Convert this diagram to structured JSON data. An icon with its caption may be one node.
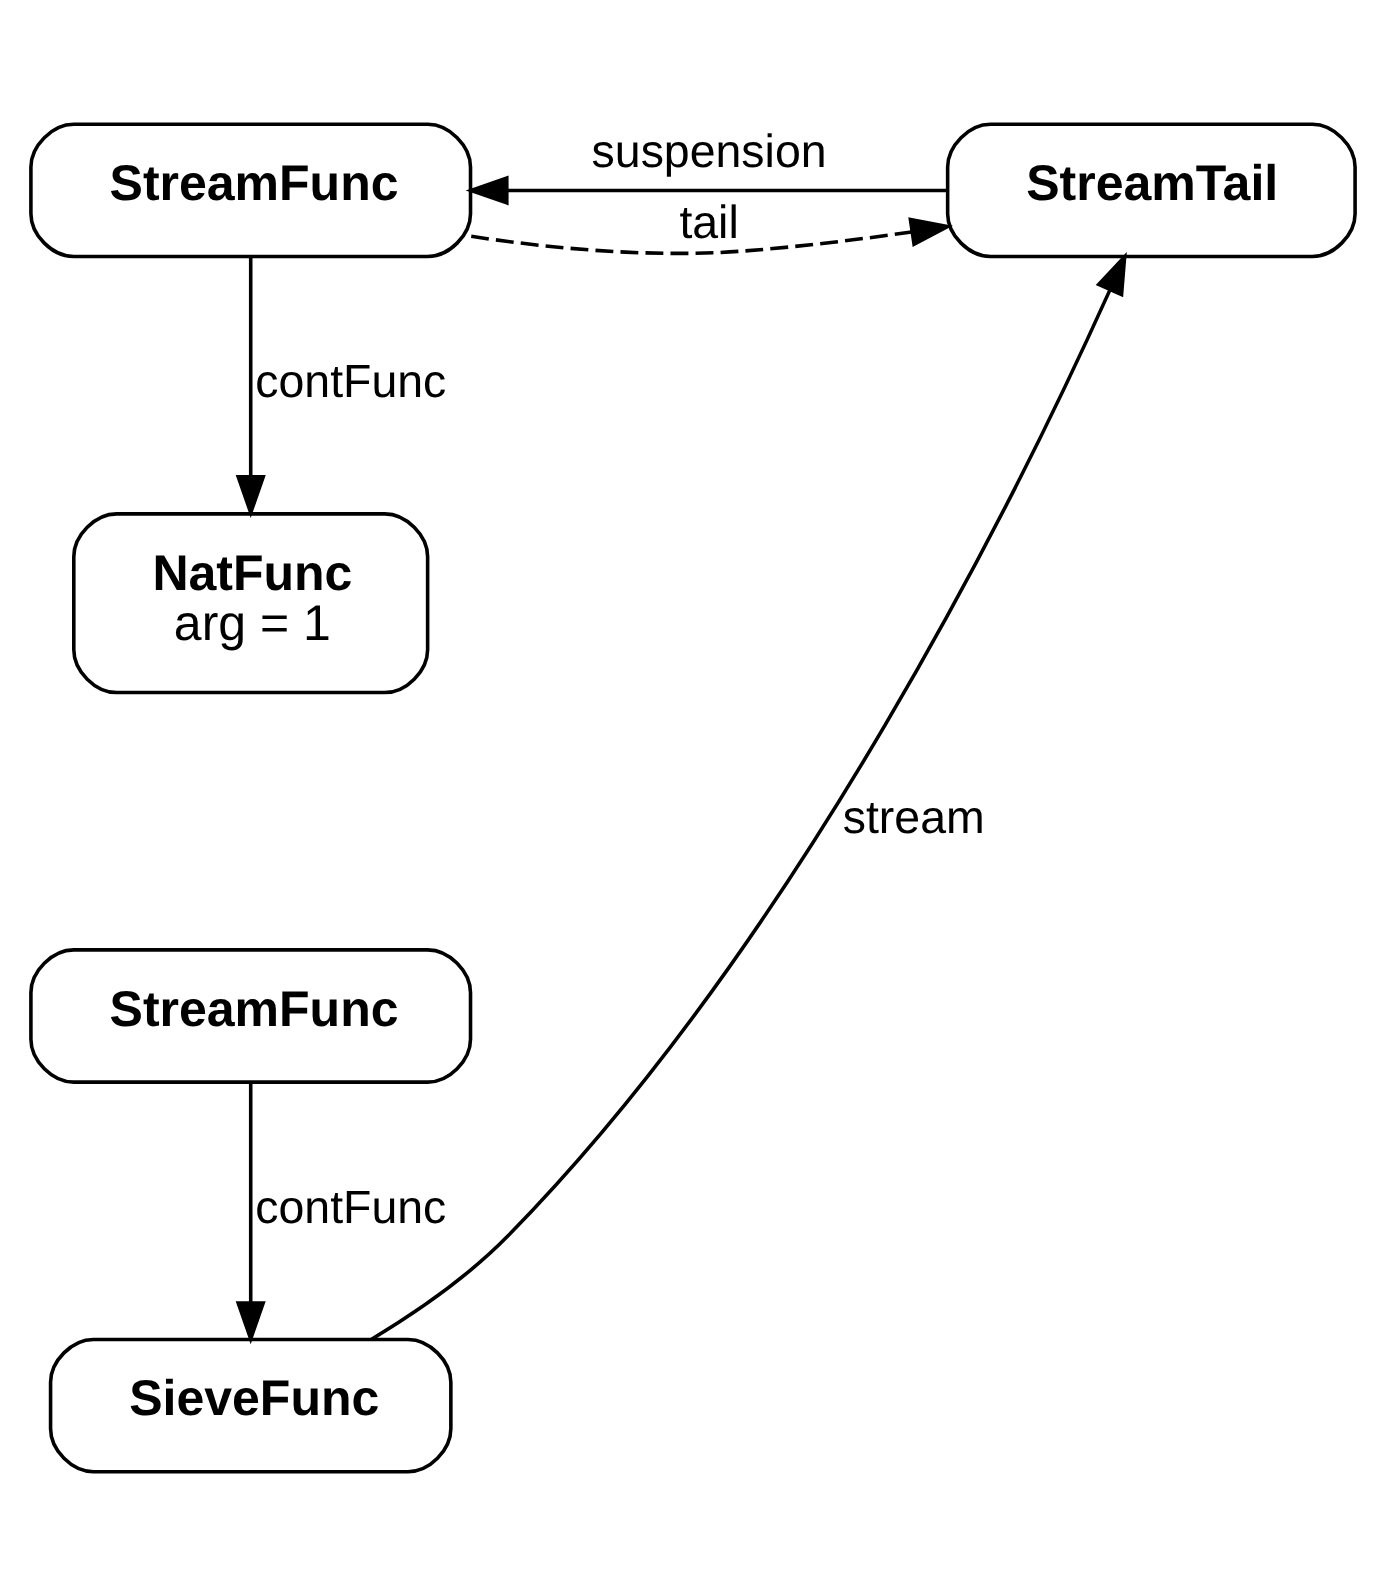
{
  "diagram": {
    "nodes": [
      {
        "text": [
          "StreamFunc"
        ]
      },
      {
        "text": [
          "StreamTail"
        ]
      },
      {
        "text": [
          "NatFunc",
          "arg = 1"
        ]
      },
      {
        "text": [
          "StreamFunc"
        ]
      },
      {
        "text": [
          "SieveFunc"
        ]
      }
    ],
    "edges": [
      {
        "from": 0,
        "to": 1,
        "arrow": "to",
        "label": "tail",
        "style": "dashed"
      },
      {
        "from": 1,
        "to": 0,
        "arrow": "to",
        "label": "suspension"
      },
      {
        "from": 0,
        "to": 2,
        "arrow": "to",
        "label": "contFunc"
      },
      {
        "from": 3,
        "to": 4,
        "arrow": "to",
        "label": "contFunc"
      },
      {
        "from": 4,
        "to": 1,
        "arrow": "to",
        "label": "stream"
      }
    ]
  }
}
